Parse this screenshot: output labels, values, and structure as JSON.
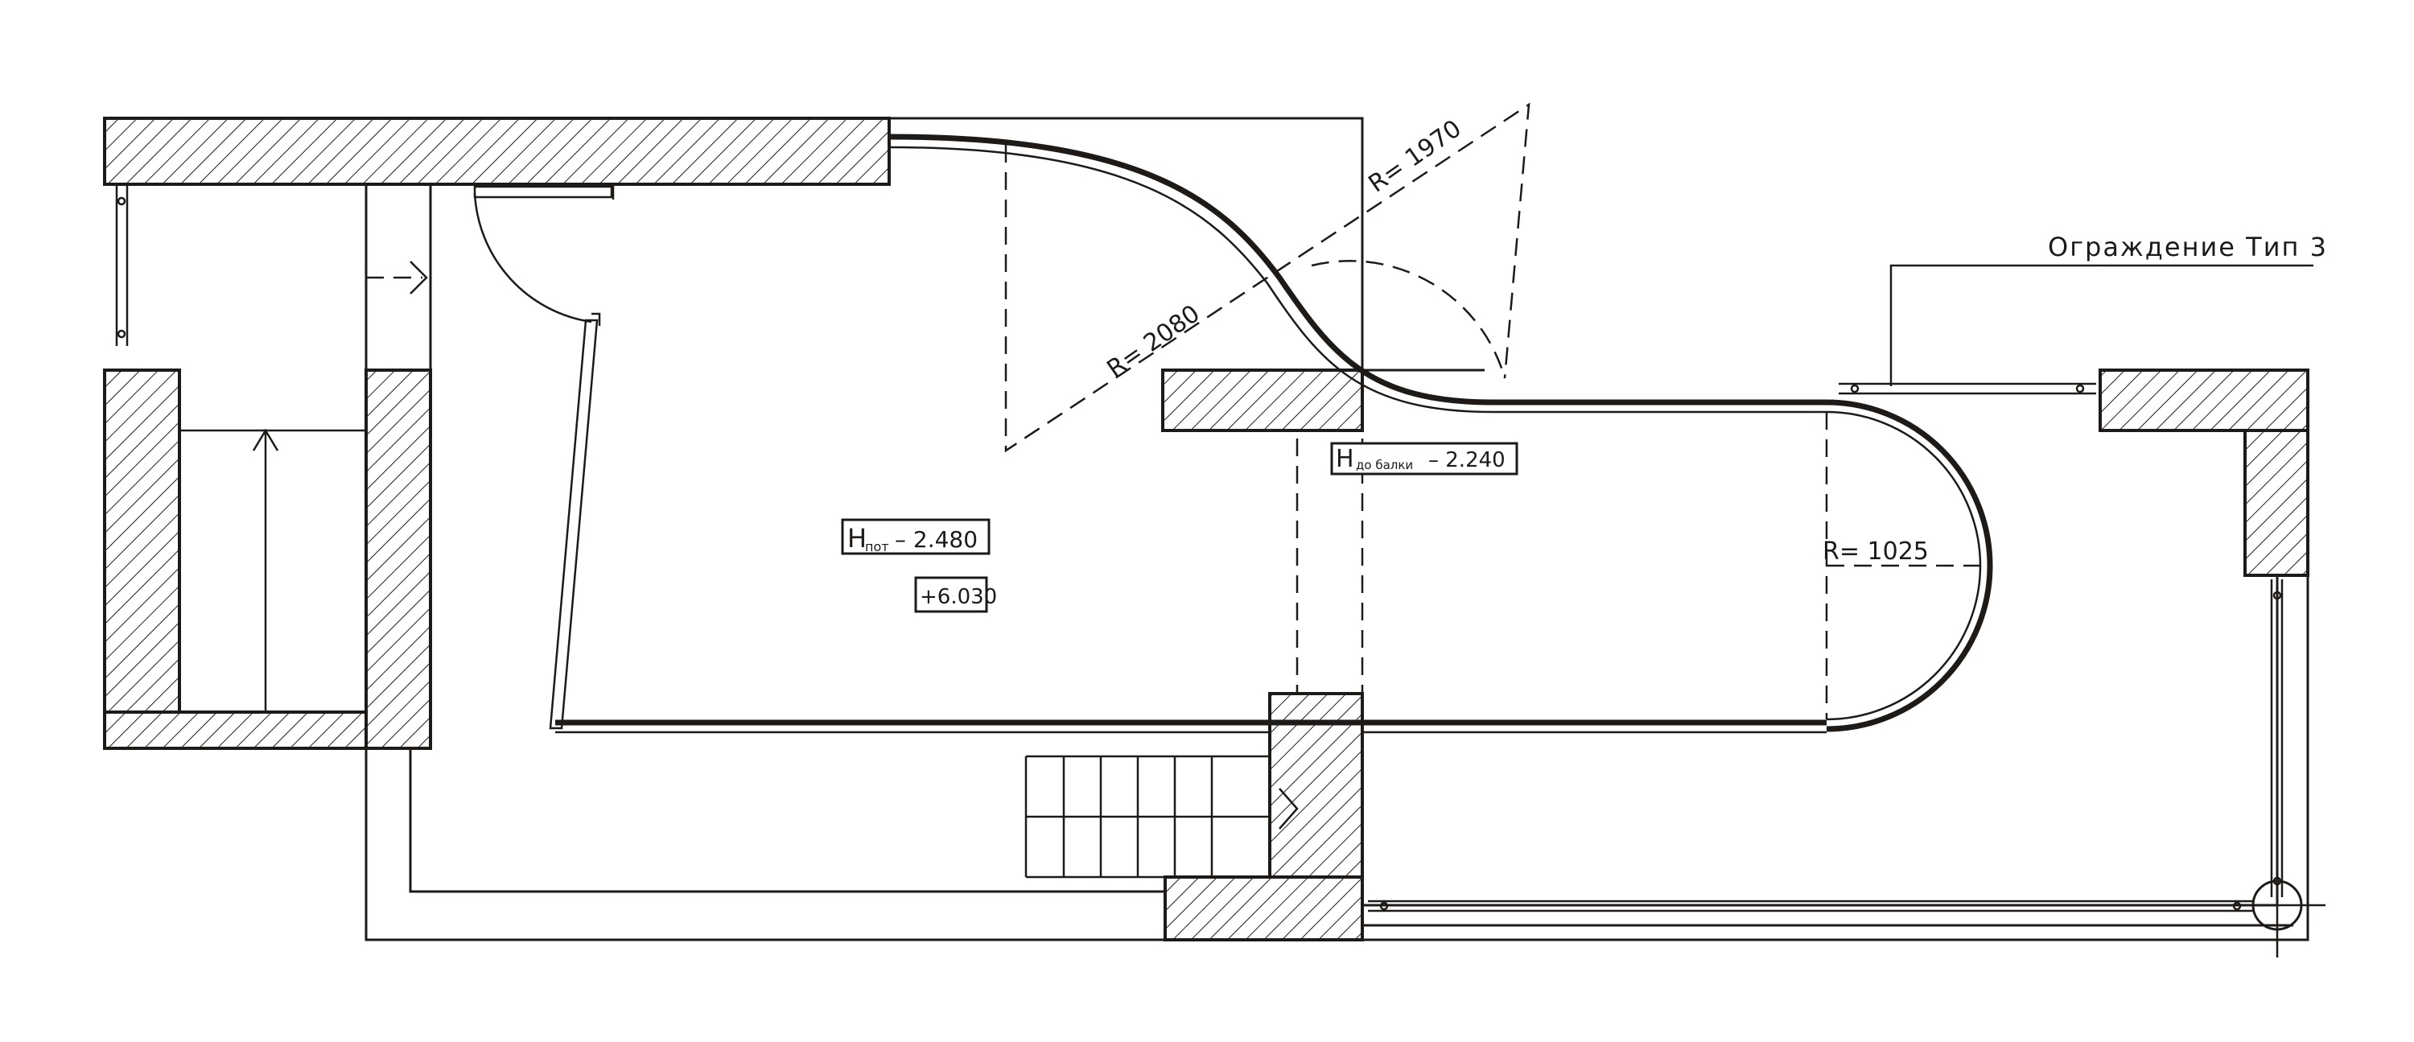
{
  "labels": {
    "radius_1970": "R= 1970",
    "radius_2080": "R= 2080",
    "radius_1025": "R= 1025",
    "fence_callout": "Ограждение Тип 3",
    "room_height_main": "H",
    "room_height_sub": "пот",
    "room_height_value": "– 2.480",
    "beam_height_main": "H",
    "beam_height_sub": "до балки",
    "beam_height_value": "– 2.240",
    "level_mark": "+6.030"
  },
  "colors": {
    "line": "#1e1a18",
    "background": "#ffffff"
  }
}
